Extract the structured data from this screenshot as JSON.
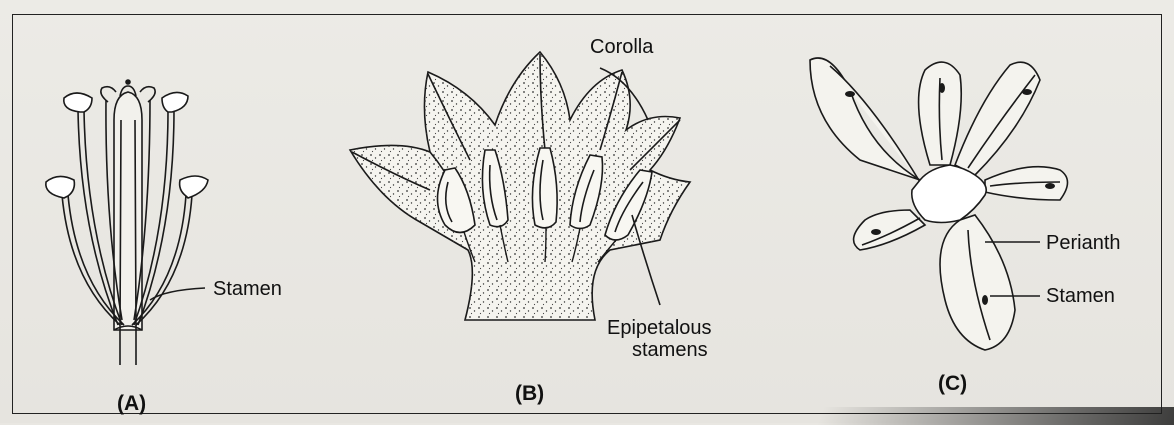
{
  "figure": {
    "panel_a": {
      "caption": "(A)",
      "stamen_label": "Stamen"
    },
    "panel_b": {
      "caption": "(B)",
      "corolla_label": "Corolla",
      "epipetalous_label_line1": "Epipetalous",
      "epipetalous_label_line2": "stamens"
    },
    "panel_c": {
      "caption": "(C)",
      "perianth_label": "Perianth",
      "stamen_label": "Stamen"
    }
  },
  "colors": {
    "ink": "#1a1a1a",
    "paper": "#ecebe6"
  }
}
